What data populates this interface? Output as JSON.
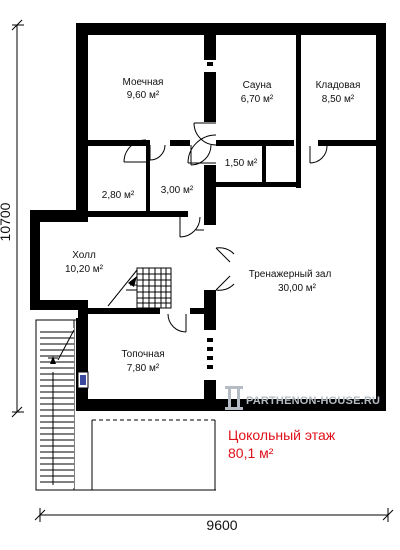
{
  "rooms": {
    "moechnaya": {
      "name": "Моечная",
      "area": "9,60 м²"
    },
    "sauna": {
      "name": "Сауна",
      "area": "6,70 м²"
    },
    "kladovaya": {
      "name": "Кладовая",
      "area": "8,50 м²"
    },
    "small_1": {
      "area": "2,80 м²"
    },
    "small_2": {
      "area": "3,00 м²"
    },
    "small_3": {
      "area": "1,50 м²"
    },
    "holl": {
      "name": "Холл",
      "area": "10,20 м²"
    },
    "gym": {
      "name": "Тренажерный зал",
      "area": "30,00 м²"
    },
    "topochnaya": {
      "name": "Топочная",
      "area": "7,80 м²"
    }
  },
  "dimensions": {
    "width": "9600",
    "height": "10700"
  },
  "caption": {
    "title": "Цокольный этаж",
    "area": "80,1 м²"
  },
  "watermark": "PARTHENON-HOUSE.RU",
  "colors": {
    "wall": "#000000",
    "caption": "#e0101a",
    "text": "#111111",
    "watermark": "#b5bcc4"
  }
}
